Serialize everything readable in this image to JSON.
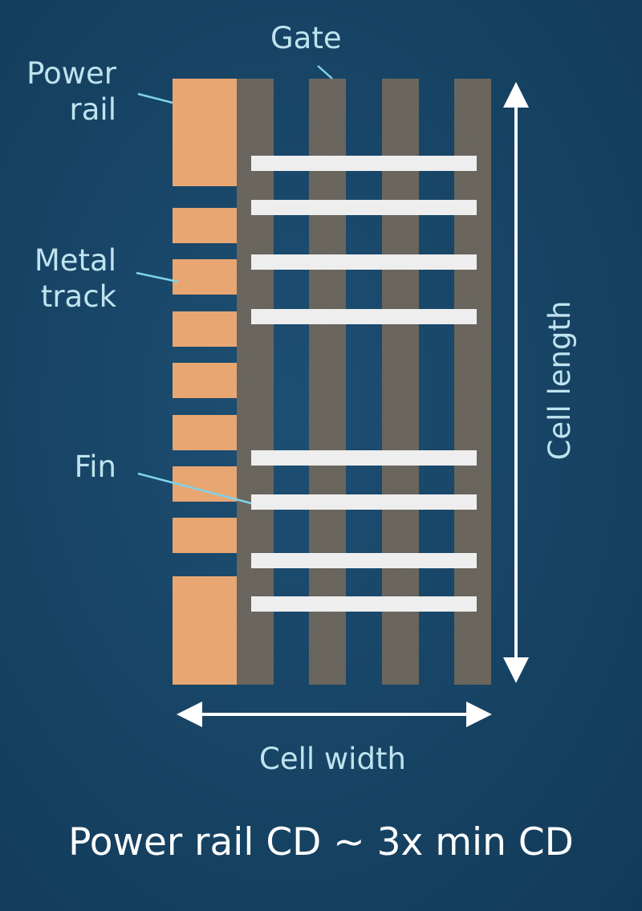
{
  "labels": {
    "gate": "Gate",
    "power_rail_line1": "Power",
    "power_rail_line2": "rail",
    "metal_track_line1": "Metal",
    "metal_track_line2": "track",
    "fin": "Fin",
    "cell_length": "Cell length",
    "cell_width": "Cell width"
  },
  "caption": "Power rail CD ~ 3x min CD",
  "colors": {
    "background": "#184566",
    "copper": "#e8a673",
    "gate": "#6e6a62",
    "fin": "#eeeeee",
    "label": "#bfe3ef",
    "arrow": "#ffffff"
  },
  "counts": {
    "gates": 4,
    "fins": 8,
    "metal_tracks": 7,
    "power_rails": 2
  }
}
